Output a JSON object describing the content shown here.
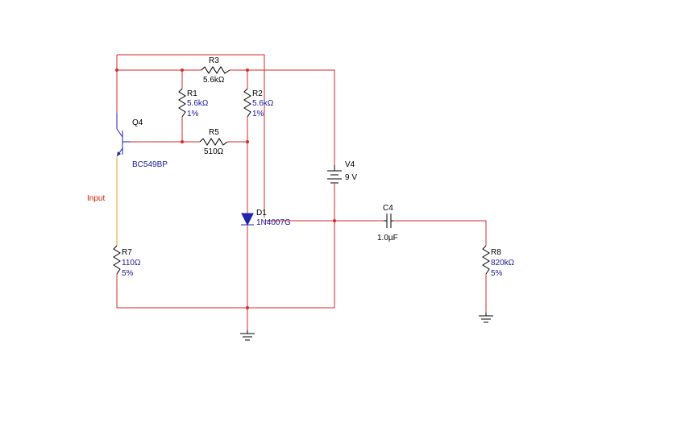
{
  "colors": {
    "wire": "#d62b2b",
    "input_wire": "#e8a020",
    "component": "#2222aa",
    "label_text": "#000000",
    "value_text": "#1a1aa0",
    "net_label": "#cc2200"
  },
  "components": {
    "r3": {
      "ref": "R3",
      "value": "5.6kΩ"
    },
    "r1": {
      "ref": "R1",
      "value": "5.6kΩ",
      "tolerance": "1%"
    },
    "r2": {
      "ref": "R2",
      "value": "5.6kΩ",
      "tolerance": "1%"
    },
    "r5": {
      "ref": "R5",
      "value": "510Ω"
    },
    "q4": {
      "ref": "Q4",
      "model": "BC549BP"
    },
    "v4": {
      "ref": "V4",
      "value": "9 V"
    },
    "d1": {
      "ref": "D1",
      "model": "1N4007G"
    },
    "c4": {
      "ref": "C4",
      "value": "1.0µF"
    },
    "r7": {
      "ref": "R7",
      "value": "110Ω",
      "tolerance": "5%"
    },
    "r8": {
      "ref": "R8",
      "value": "820kΩ",
      "tolerance": "5%"
    }
  },
  "net_labels": {
    "input": "Input"
  }
}
